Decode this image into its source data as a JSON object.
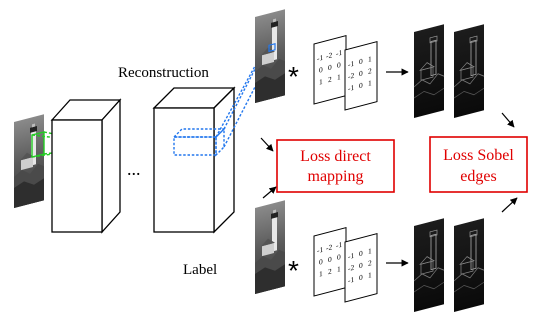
{
  "labels": {
    "reconstruction": "Reconstruction",
    "label": "Label",
    "ellipsis": "...",
    "convolution_symbol": "*"
  },
  "losses": {
    "direct_mapping": [
      "Loss direct",
      "mapping"
    ],
    "sobel_edges": [
      "Loss Sobel",
      "edges"
    ]
  },
  "sobel_kernels": {
    "horizontal": [
      [
        "-1",
        "-2",
        "-1"
      ],
      [
        "0",
        "0",
        "0"
      ],
      [
        "1",
        "2",
        "1"
      ]
    ],
    "vertical": [
      [
        "-1",
        "0",
        "1"
      ],
      [
        "-2",
        "0",
        "2"
      ],
      [
        "-1",
        "0",
        "1"
      ]
    ]
  },
  "colors": {
    "loss_box": "#e00000",
    "input_patch": "#22cc22",
    "output_patch": "#2277ee",
    "arrow": "#000000"
  }
}
